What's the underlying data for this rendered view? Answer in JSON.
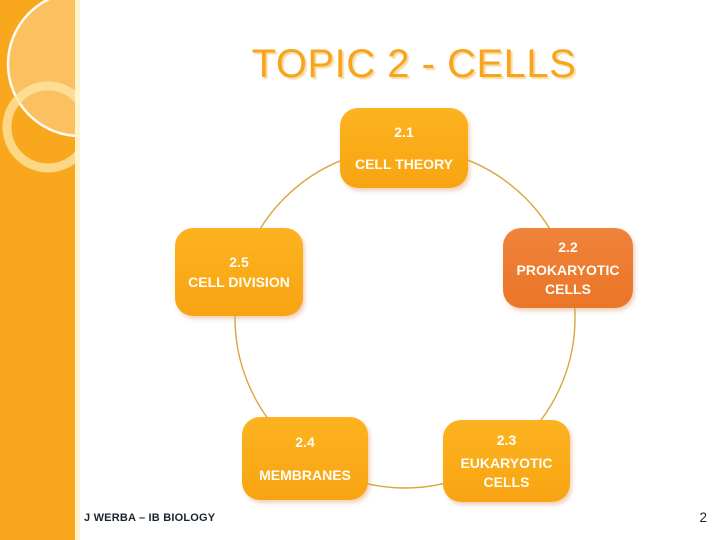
{
  "slide": {
    "title": "TOPIC 2 - CELLS",
    "footer": "J WERBA – IB BIOLOGY",
    "page_number": "2"
  },
  "diagram": {
    "type": "cycle",
    "description": "Five rounded-rectangle topic nodes arranged on a circle",
    "nodes": [
      {
        "number": "2.1",
        "label": "CELL THEORY",
        "variant": "gold",
        "position": "top"
      },
      {
        "number": "2.2",
        "label": "PROKARYOTIC CELLS",
        "variant": "orange",
        "position": "right"
      },
      {
        "number": "2.3",
        "label": "EUKARYOTIC CELLS",
        "variant": "gold",
        "position": "bottom-right"
      },
      {
        "number": "2.4",
        "label": "MEMBRANES",
        "variant": "gold",
        "position": "bottom-left"
      },
      {
        "number": "2.5",
        "label": "CELL DIVISION",
        "variant": "gold",
        "position": "left"
      }
    ]
  },
  "colors": {
    "gold_node": "#F9A914",
    "orange_node": "#ED7D31",
    "sidebar": "#F9A71C",
    "connector_line": "#D8A63E",
    "title_text": "#F7A51E",
    "dark_text": "#1B2430",
    "node_text": "#FFFDF5"
  }
}
